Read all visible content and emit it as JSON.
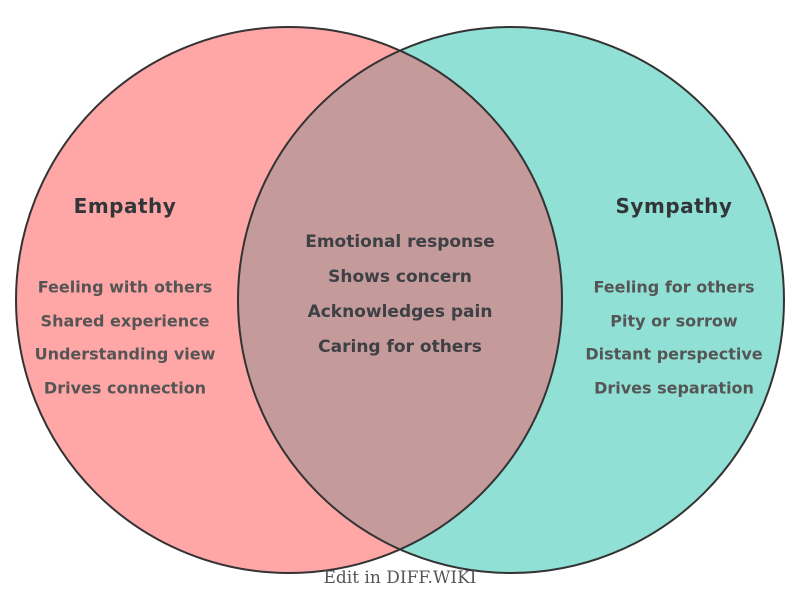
{
  "venn": {
    "left": {
      "title": "Empathy",
      "items": [
        "Feeling with others",
        "Shared experience",
        "Understanding view",
        "Drives connection"
      ]
    },
    "right": {
      "title": "Sympathy",
      "items": [
        "Feeling for others",
        "Pity or sorrow",
        "Distant perspective",
        "Drives separation"
      ]
    },
    "overlap": {
      "items": [
        "Emotional response",
        "Shows concern",
        "Acknowledges pain",
        "Caring for others"
      ]
    },
    "footer": "Edit in DIFF.WIKI",
    "colors": {
      "left_fill": "#FFA6A6",
      "right_fill": "#90E0D6",
      "overlap_fill": "#C49A9A",
      "outline": "#333333"
    }
  }
}
